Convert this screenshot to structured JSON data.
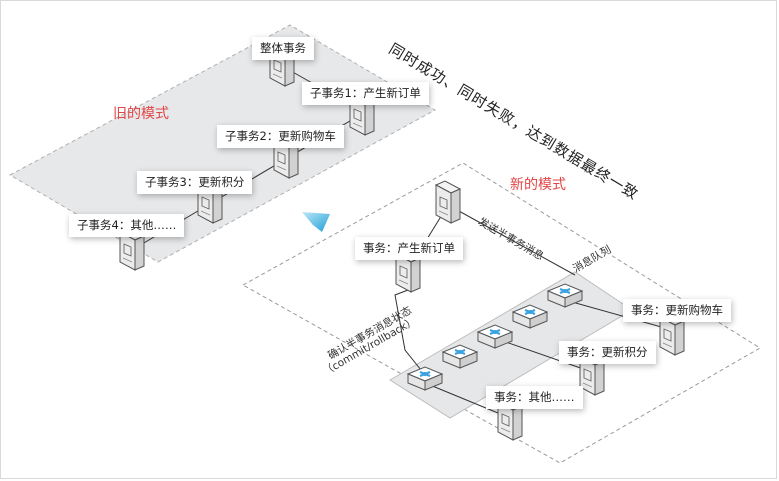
{
  "slogan": "同时成功、同时失败，达到数据最终一致",
  "old_mode": {
    "title": "旧的模式",
    "labels": {
      "main": "整体事务",
      "sub1": "子事务1：产生新订单",
      "sub2": "子事务2：更新购物车",
      "sub3": "子事务3：更新积分",
      "sub4": "子事务4：其他……"
    }
  },
  "new_mode": {
    "title": "新的模式",
    "labels": {
      "order": "事务：产生新订单",
      "cart": "事务：更新购物车",
      "points": "事务：更新积分",
      "other": "事务：其他……"
    },
    "send_half_msg": "发送半事务消息",
    "confirm_state": "确认半事务消息状态",
    "commit_rollback": "（commit/rollback）",
    "queue_label": "消息队列"
  },
  "colors": {
    "accent_red": "#e24545",
    "queue_blue": "#3aa0e0",
    "platform_gray": "#e6e7e9",
    "arrow_blue": "#2aa7df"
  }
}
